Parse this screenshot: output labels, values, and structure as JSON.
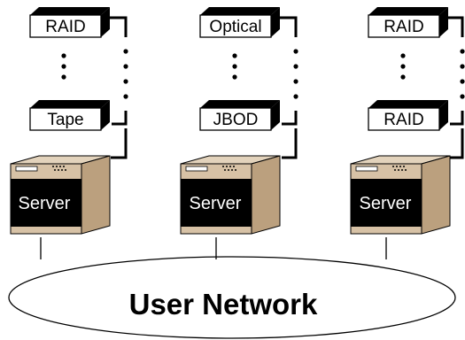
{
  "network": {
    "label": "User Network"
  },
  "colors": {
    "server_face": "#d7c2a6",
    "server_side": "#c4ab8c",
    "server_panel": "#000000",
    "line": "#000000"
  },
  "columns": [
    {
      "top_device": "RAID",
      "bottom_device": "Tape",
      "server": "Server"
    },
    {
      "top_device": "Optical",
      "bottom_device": "JBOD",
      "server": "Server"
    },
    {
      "top_device": "RAID",
      "bottom_device": "RAID",
      "server": "Server"
    }
  ]
}
